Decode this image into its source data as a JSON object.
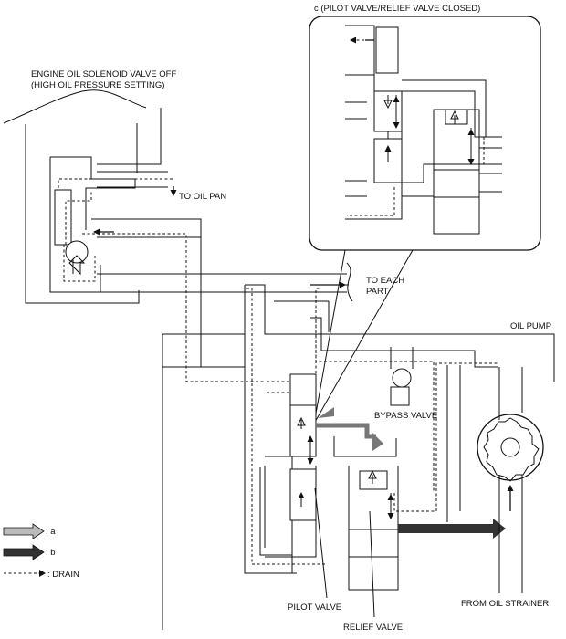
{
  "labels": {
    "inset_title": "c (PILOT VALVE/RELIEF VALVE CLOSED)",
    "solenoid_line1": "ENGINE OIL SOLENOID VALVE OFF",
    "solenoid_line2": "(HIGH OIL PRESSURE SETTING)",
    "to_oil_pan": "TO OIL PAN",
    "to_each_part_1": "TO EACH",
    "to_each_part_2": "PART",
    "oil_pump": "OIL PUMP",
    "bypass_valve": "BYPASS VALVE",
    "pilot_valve": "PILOT VALVE",
    "relief_valve": "RELIEF VALVE",
    "from_oil_strainer": "FROM OIL STRAINER"
  },
  "legend": [
    {
      "key": "a",
      "label": ": a",
      "style": "outlined-arrow"
    },
    {
      "key": "b",
      "label": ": b",
      "style": "solid-arrow"
    },
    {
      "key": "drain",
      "label": ": DRAIN",
      "style": "dashed-arrow"
    }
  ],
  "colors": {
    "line": "#111111",
    "pressure_a": "#777777",
    "pressure_b": "#333333"
  }
}
